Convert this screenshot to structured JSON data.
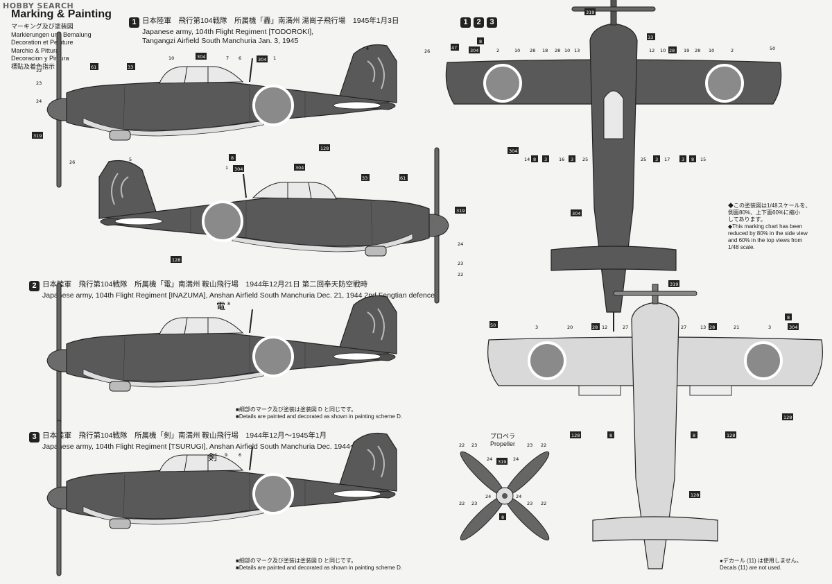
{
  "watermark": "HOBBY SEARCH",
  "page": {
    "title": "Marking & Painting",
    "languages": [
      "マーキング及び塗装図",
      "Markierungen und Bemalung",
      "Decoration et Peinture",
      "Marchio & Pittura",
      "Decoracion y Pintura",
      "標貼及着色指示"
    ]
  },
  "schemes": [
    {
      "number": "1",
      "line1": "日本陸軍　飛行第104戦隊　所属機「轟」南満州 湯崗子飛行場　1945年1月3日",
      "line2": "Japanese army, 104th Flight Regiment [TODOROKI],",
      "line3": "Tangangzi Airfield South Manchuria Jan. 3, 1945"
    },
    {
      "number": "2",
      "line1": "日本陸軍　飛行第104戦隊　所属機「電」南満州 鞍山飛行場　1944年12月21日 第二回奉天防空戦時",
      "line2": "Japanese army, 104th Flight Regiment [INAZUMA], Anshan Airfield South Manchuria Dec. 21, 1944 2nd Fengtian defence"
    },
    {
      "number": "3",
      "line1": "日本陸軍　飛行第104戦隊　所属機「剣」南満州 鞍山飛行場　1944年12月〜1945年1月",
      "line2": "Japanese army, 104th Flight Regiment [TSURUGI], Anshan Airfield South Manchuria Dec. 1944〜Jan. 1945"
    }
  ],
  "top_view_badge": [
    "1",
    "2",
    "3"
  ],
  "kanji_marks": {
    "scheme2": "電",
    "scheme3": "剣"
  },
  "detail_note": {
    "jp": "■細部のマーク及び塗装は塗装図 D と同じです。",
    "en": "■Details are painted and decorated as shown in painting scheme D."
  },
  "scale_note": {
    "jp": [
      "◆この塗装図は1/48スケールを、",
      "側面80%、上下面60%に縮小",
      "してあります。"
    ],
    "en": [
      "◆This marking chart has been",
      "reduced by 80% in the side view",
      "and 60% in the top views from",
      "1/48 scale."
    ]
  },
  "propeller": {
    "jp": "プロペラ",
    "en": "Propeller"
  },
  "decal_note": {
    "jp": "●デカール (11) は使用しません。",
    "en": "Decals (11) are not used."
  },
  "callouts": {
    "c22": "22",
    "c23": "23",
    "c24": "24",
    "c26": "26",
    "c61": "61",
    "c33": "33",
    "c10": "10",
    "c304": "304",
    "c7": "7",
    "c6": "6",
    "c1": "1",
    "c4": "4",
    "c128": "128",
    "c319": "319",
    "c8": "8",
    "c5": "5",
    "c9": "9",
    "c47": "47",
    "c2": "2",
    "c28": "28",
    "c18": "18",
    "c13": "13",
    "c12": "12",
    "c19": "19",
    "c50": "50",
    "c14": "14",
    "c3": "3",
    "c16": "16",
    "c25": "25",
    "c17": "17",
    "c15": "15",
    "c20": "20",
    "c27": "27",
    "c21": "21"
  },
  "colors": {
    "paint": "#595959",
    "belly": "#d6d6d6",
    "outline": "#2a2a2a",
    "hinomaru": "#8a8a8a",
    "underside": "#d9d9d9"
  }
}
